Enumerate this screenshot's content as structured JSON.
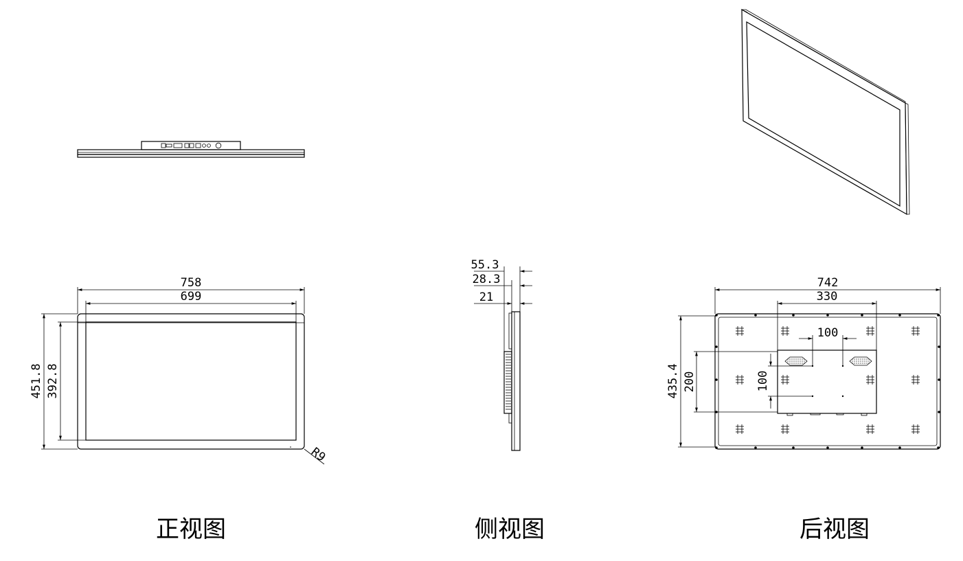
{
  "front_view": {
    "caption": "正视图",
    "width_outer": "758",
    "width_screen": "699",
    "height_outer": "451.8",
    "height_screen": "392.8",
    "corner_radius": "R9"
  },
  "side_view": {
    "caption": "侧视图",
    "depth_total": "55.3",
    "depth_mid": "28.3",
    "depth_panel": "21"
  },
  "back_view": {
    "caption": "后视图",
    "width_outer": "742",
    "width_box": "330",
    "vesa_h": "100",
    "vesa_v": "100",
    "height_outer": "435.4",
    "height_box": "200"
  }
}
